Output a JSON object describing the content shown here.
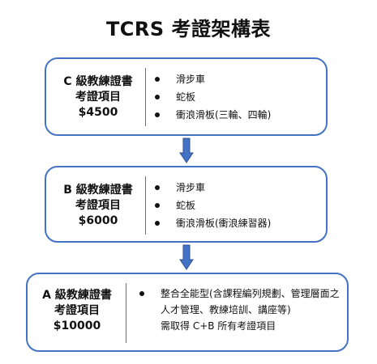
{
  "title": "TCRS 考證架構表",
  "levels": [
    {
      "label_lines": [
        "C 級教練證書",
        "考證項目",
        "$4500"
      ],
      "items": [
        "滑步車",
        "蛇板",
        "衝浪滑板(三輪、四輪)"
      ]
    },
    {
      "label_lines": [
        "B 級教練證書",
        "考證項目",
        "$6000"
      ],
      "items": [
        "滑步車",
        "蛇板",
        "衝浪滑板(衝浪練習器)"
      ]
    },
    {
      "label_lines": [
        "A 級教練證書",
        "考證項目",
        "$10000"
      ],
      "items": [
        "整合全能型(含課程編列規劃、管理層面之人才管理、教練培訓、講座等)"
      ],
      "continuation": "需取得 C+B 所有考證項目"
    }
  ],
  "colors": {
    "box_border": "#4472C4",
    "arrow_fill": "#4472C4",
    "arrow_stroke": "#2F528F"
  }
}
